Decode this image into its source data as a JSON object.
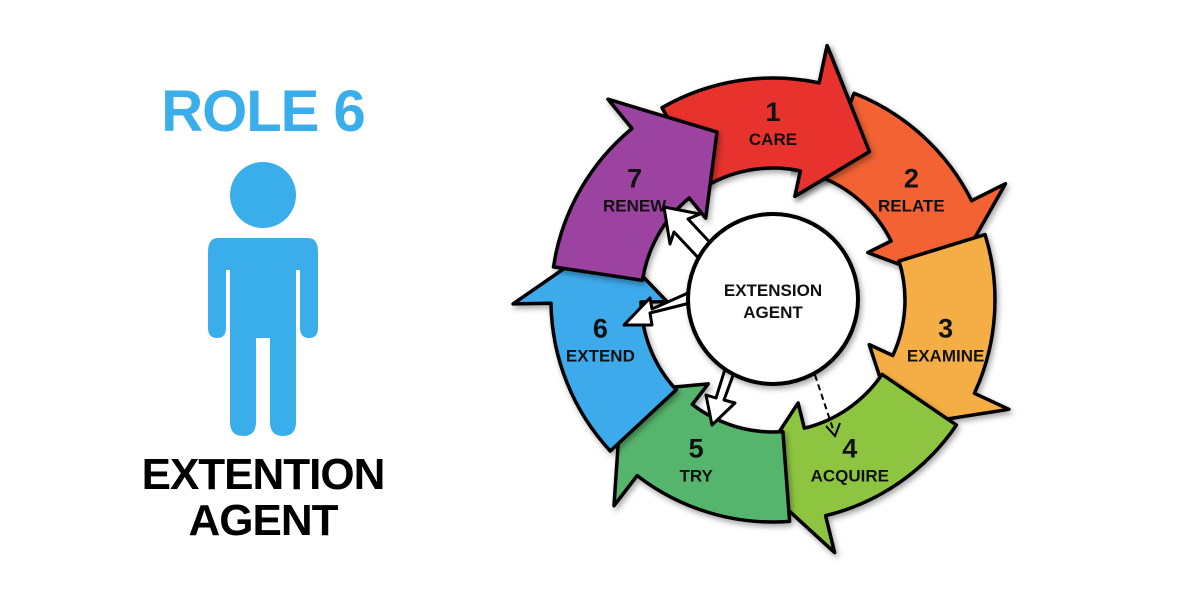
{
  "role_title": "ROLE 6",
  "person_caption": {
    "line1": "EXTENTION",
    "line2": "AGENT"
  },
  "center": {
    "line1": "EXTENSION",
    "line2": "AGENT"
  },
  "colors": {
    "role_blue": "#3aaeea",
    "outline": "#000000"
  },
  "steps": [
    {
      "number": "1",
      "label": "CARE",
      "color": "#e8302f"
    },
    {
      "number": "2",
      "label": "RELATE",
      "color": "#f26231"
    },
    {
      "number": "3",
      "label": "EXAMINE",
      "color": "#f5ae45"
    },
    {
      "number": "4",
      "label": "ACQUIRE",
      "color": "#8dc540"
    },
    {
      "number": "5",
      "label": "TRY",
      "color": "#56b56c"
    },
    {
      "number": "6",
      "label": "EXTEND",
      "color": "#3caaeb"
    },
    {
      "number": "7",
      "label": "RENEW",
      "color": "#9c43a0"
    }
  ]
}
